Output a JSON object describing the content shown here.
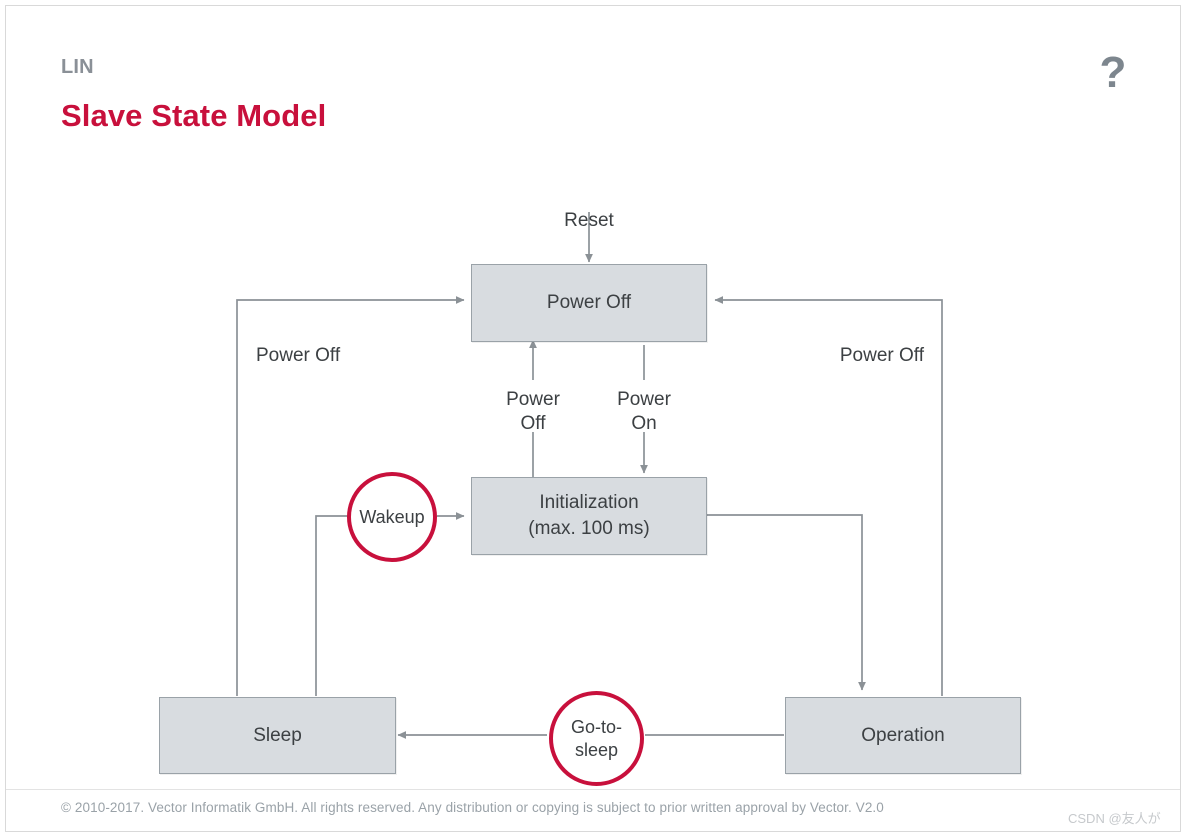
{
  "header": {
    "eyebrow": "LIN",
    "title": "Slave State Model",
    "help_icon": "?",
    "accent_color": "#c8103c",
    "eyebrow_color": "#8a9097"
  },
  "diagram": {
    "type": "state-machine",
    "node_fill": "#d8dce0",
    "node_border": "#9aa2a8",
    "circle_border": "#c8103c",
    "edge_color": "#8b9196",
    "states": [
      {
        "id": "power-off",
        "label": "Power Off",
        "shape": "box"
      },
      {
        "id": "initialization",
        "label": "Initialization\n(max. 100 ms)",
        "line1": "Initialization",
        "line2": "(max. 100 ms)",
        "shape": "box"
      },
      {
        "id": "sleep",
        "label": "Sleep",
        "shape": "box"
      },
      {
        "id": "operation",
        "label": "Operation",
        "shape": "box"
      },
      {
        "id": "wakeup",
        "label": "Wakeup",
        "shape": "circle"
      },
      {
        "id": "go-to-sleep",
        "label": "Go-to-\nsleep",
        "line1": "Go-to-",
        "line2": "sleep",
        "shape": "circle"
      }
    ],
    "transitions": [
      {
        "id": "reset",
        "label": "Reset",
        "from": "",
        "to": "power-off"
      },
      {
        "id": "power-on",
        "label": "Power\nOn",
        "line1": "Power",
        "line2": "On",
        "from": "power-off",
        "to": "initialization"
      },
      {
        "id": "power-off-up",
        "label": "Power\nOff",
        "line1": "Power",
        "line2": "Off",
        "from": "initialization",
        "to": "power-off"
      },
      {
        "id": "power-off-left",
        "label": "Power Off",
        "from": "sleep",
        "to": "power-off"
      },
      {
        "id": "power-off-right",
        "label": "Power Off",
        "from": "operation",
        "to": "power-off"
      },
      {
        "id": "init-to-operation",
        "label": "",
        "from": "initialization",
        "to": "operation"
      },
      {
        "id": "sleep-to-wakeup",
        "label": "",
        "from": "sleep",
        "to": "wakeup"
      },
      {
        "id": "wakeup-to-init",
        "label": "",
        "from": "wakeup",
        "to": "initialization"
      },
      {
        "id": "operation-to-gotosleep",
        "label": "",
        "from": "operation",
        "to": "go-to-sleep"
      },
      {
        "id": "gotosleep-to-sleep",
        "label": "",
        "from": "go-to-sleep",
        "to": "sleep"
      }
    ]
  },
  "footer": {
    "copyright": "© 2010-2017. Vector Informatik GmbH. All rights reserved. Any distribution or copying is subject to prior written approval by Vector. V2.0",
    "watermark": "CSDN @友人が"
  }
}
